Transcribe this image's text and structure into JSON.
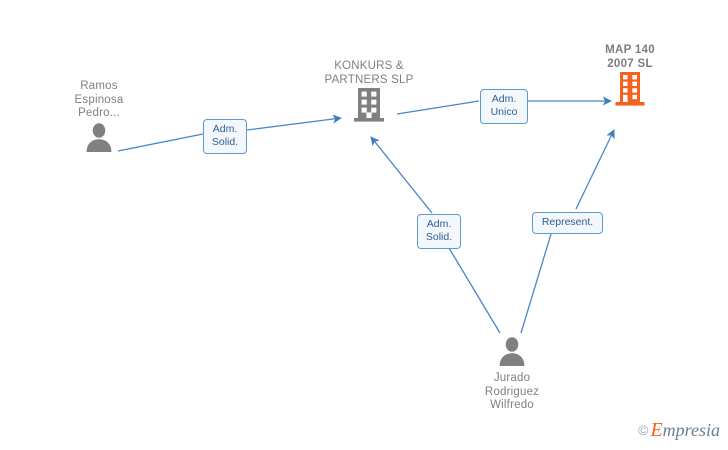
{
  "diagram": {
    "type": "entity-relationship-graph",
    "background": "#ffffff",
    "edge_color": "#4a86c8",
    "person_icon_color": "#808080",
    "company_icon_color_default": "#808080",
    "company_icon_color_highlight": "#f4621f",
    "nodes": [
      {
        "id": "ramos",
        "kind": "person",
        "label": "Ramos\nEspinosa\nPedro...",
        "icon": "person-icon",
        "color": "#808080",
        "highlight": false
      },
      {
        "id": "konkurs",
        "kind": "company",
        "label": "KONKURS &\nPARTNERS  SLP",
        "icon": "company-building-icon",
        "color": "#808080",
        "highlight": false
      },
      {
        "id": "map140",
        "kind": "company",
        "label": "MAP 140\n2007 SL",
        "icon": "company-building-icon",
        "color": "#f4621f",
        "highlight": true
      },
      {
        "id": "jurado",
        "kind": "person",
        "label": "Jurado\nRodriguez\nWilfredo",
        "icon": "person-icon",
        "color": "#808080",
        "highlight": false
      }
    ],
    "edges": [
      {
        "id": "edge-ramos-konkurs",
        "from": "ramos",
        "to": "konkurs",
        "label": "Adm.\nSolid."
      },
      {
        "id": "edge-konkurs-map140",
        "from": "konkurs",
        "to": "map140",
        "label": "Adm.\nUnico"
      },
      {
        "id": "edge-jurado-konkurs",
        "from": "jurado",
        "to": "konkurs",
        "label": "Adm.\nSolid."
      },
      {
        "id": "edge-jurado-map140",
        "from": "jurado",
        "to": "map140",
        "label": "Represent."
      }
    ]
  },
  "watermark": {
    "copyright": "©",
    "brand_initial": "E",
    "brand_rest": "mpresia"
  }
}
